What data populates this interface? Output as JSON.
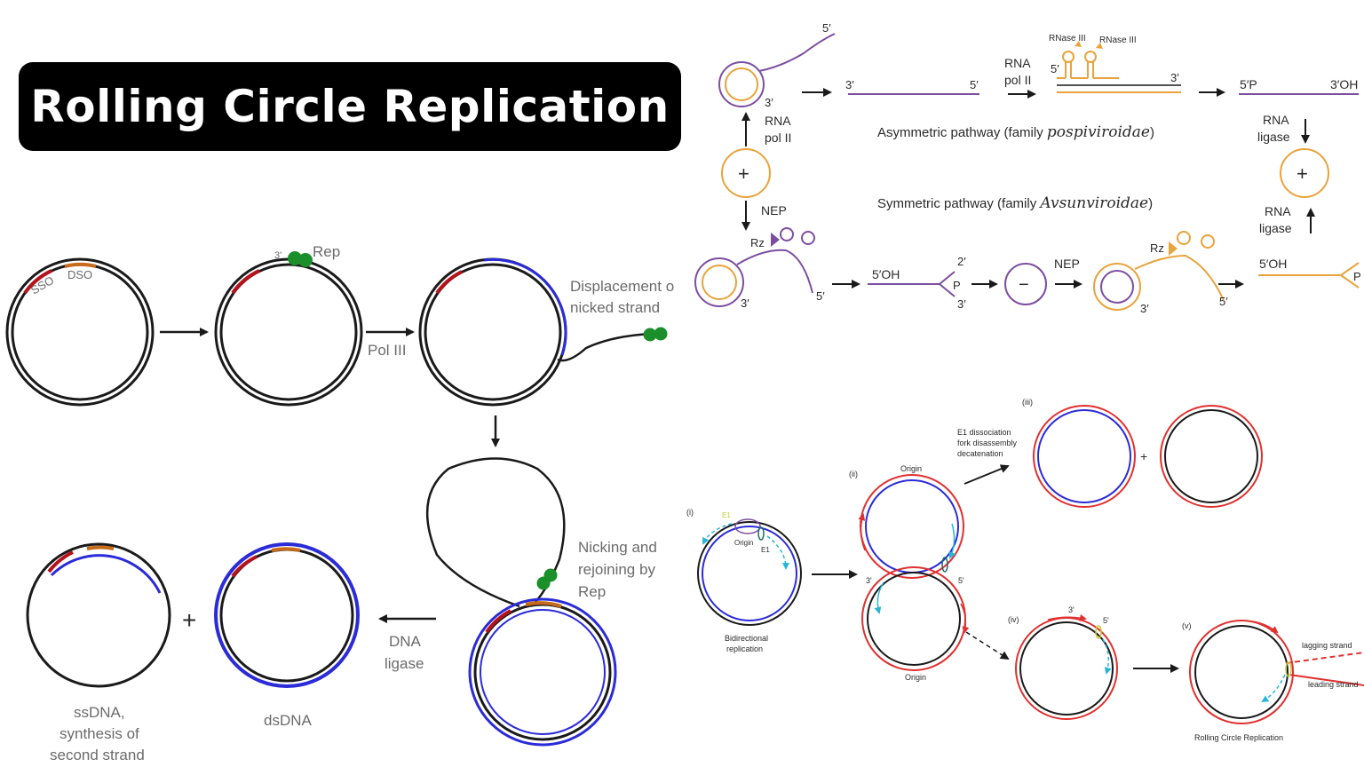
{
  "title": "Rolling Circle Replication",
  "colors": {
    "banner_bg": "#000000",
    "banner_text": "#ffffff",
    "dna_black": "#1a1a1a",
    "new_strand_blue": "#2b2bd8",
    "sso_red": "#b5121b",
    "dso_orange": "#c76a1a",
    "rep_green": "#1a8f2a",
    "viroid_purple": "#7b4ea0",
    "viroid_orange": "#e8a33c",
    "papilloma_red": "#e03030",
    "papilloma_cyan": "#29b6d6"
  },
  "left_panel": {
    "sso": "SSO",
    "dso": "DSO",
    "three_prime": "3'",
    "rep": "Rep",
    "pol3_label": "Pol III",
    "displacement_line1": "Displacement o",
    "displacement_line2": "nicked strand",
    "nicking_line1": "Nicking and",
    "nicking_line2": "rejoining by",
    "nicking_line3": "Rep",
    "dna_ligase_line1": "DNA",
    "dna_ligase_line2": "ligase",
    "ssdna_line1": "ssDNA,",
    "ssdna_line2": "synthesis of",
    "ssdna_line3": "second strand",
    "plus": "+",
    "dsdna": "dsDNA"
  },
  "viroid_panel": {
    "five_prime": "5′",
    "three_prime": "3′",
    "rna_pol_ii_line1": "RNA",
    "rna_pol_ii_line2": "pol II",
    "rnase_iii_a": "RNase III",
    "rnase_iii_b": "RNase III",
    "asymmetric_prefix": "Asymmetric pathway (family ",
    "asymmetric_family": "pospiviroidae",
    "suffix": ")",
    "symmetric_prefix": "Symmetric pathway (family ",
    "symmetric_family": "Avsunviroidae",
    "plus_sign": "+",
    "minus_sign": "−",
    "nep": "NEP",
    "rz": "Rz",
    "five_oh": "5′OH",
    "two_prime": "2′",
    "p": "P",
    "five_p": "5′P",
    "three_oh": "3′OH",
    "rna_ligase_line1": "RNA",
    "rna_ligase_line2": "ligase"
  },
  "papilloma_panel": {
    "step_i": "(i)",
    "step_ii": "(ii)",
    "step_iii": "(iii)",
    "step_iv": "(iv)",
    "step_v": "(v)",
    "e1": "E1",
    "origin": "Origin",
    "bidirectional_line1": "Bidirectional",
    "bidirectional_line2": "replication",
    "e1_dissociation_line1": "E1 dissociation",
    "e1_dissociation_line2": "fork disassembly",
    "e1_dissociation_line3": "decatenation",
    "plus": "+",
    "three_prime": "3'",
    "five_prime": "5'",
    "lagging_strand": "lagging strand",
    "leading_strand": "leading strand",
    "rolling_circle_replication": "Rolling Circle Replication"
  }
}
